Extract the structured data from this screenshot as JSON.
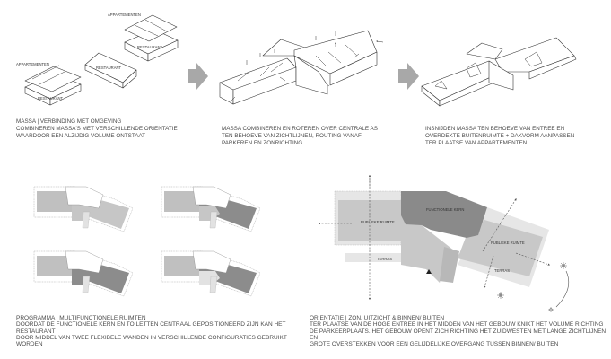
{
  "massing": {
    "labels": {
      "appartementen_1": "APPARTEMENTEN",
      "restaurant_1": "RESTAURANT",
      "restaurant_2": "RESTAURANT",
      "appartementen_2": "APPARTEMENTEN",
      "restaurant_3": "RESTAURANT"
    }
  },
  "captions": {
    "step1": {
      "title": "MASSA | VERBINDING MET OMGEVING",
      "line1": "COMBINEREN MASSA'S MET VERSCHILLENDE ORIENTATIE",
      "line2": "WAARDOOR EEN ALZIJDIG VOLUME ONTSTAAT"
    },
    "step2": {
      "line1": "MASSA COMBINEREN EN ROTEREN OVER CENTRALE AS",
      "line2": "TEN BEHOEVE VAN ZICHTLIJNEN, ROUTING VANAF",
      "line3": "PARKEREN EN ZONRICHTING"
    },
    "step3": {
      "line1": "INSNIJDEN MASSA TEN BEHOEVE VAN ENTREE EN",
      "line2": "OVERDEKTE BUITENRUIMTE + DAKVORM AANPASSEN",
      "line3": "TER PLAATSE VAN APPARTEMENTEN"
    },
    "programma": {
      "title": "PROGRAMMA | MULTIFUNCTIONELE RUIMTEN",
      "line1": "DOORDAT DE FUNCTIONELE KERN EN TOILETTEN CENTRAAL GEPOSITIONEERD ZIJN KAN HET RESTAURANT",
      "line2": "DOOR MIDDEL VAN TWEE FLEXIBELE WANDEN IN VERSCHILLENDE CONFIGURATIES GEBRUIKT WORDEN"
    },
    "orientatie": {
      "title": "ORIENTATIE | ZON, UITZICHT & BINNEN/ BUITEN",
      "line1": "TER PLAATSE VAN DE HOGE ENTREE IN HET MIDDEN VAN HET GEBOUW KNIKT HET VOLUME RICHTING",
      "line2": "DE PARKEERPLAATS.  HET GEBOUW OPENT ZICH RICHTING HET ZUIDWESTEN MET LANGE ZICHTLIJNEN EN",
      "line3": "GROTE OVERSTEKKEN VOOR EEN GELIJDELIJKE OVERGANG TUSSEN BINNEN/ BUITEN"
    }
  },
  "plan": {
    "publieke_ruimte_1": "PUBLIEKE RUIMTE",
    "functionele_kern": "FUNCTIONELE KERN",
    "publieke_ruimte_2": "PUBLIEKE RUIMTE",
    "terras_1": "TERRAS",
    "terras_2": "TERRAS"
  },
  "colors": {
    "arrow": "#a8a8a8",
    "public": "#c8c8c8",
    "core": "#8a8a8a",
    "terrace": "#e6e6e6"
  }
}
